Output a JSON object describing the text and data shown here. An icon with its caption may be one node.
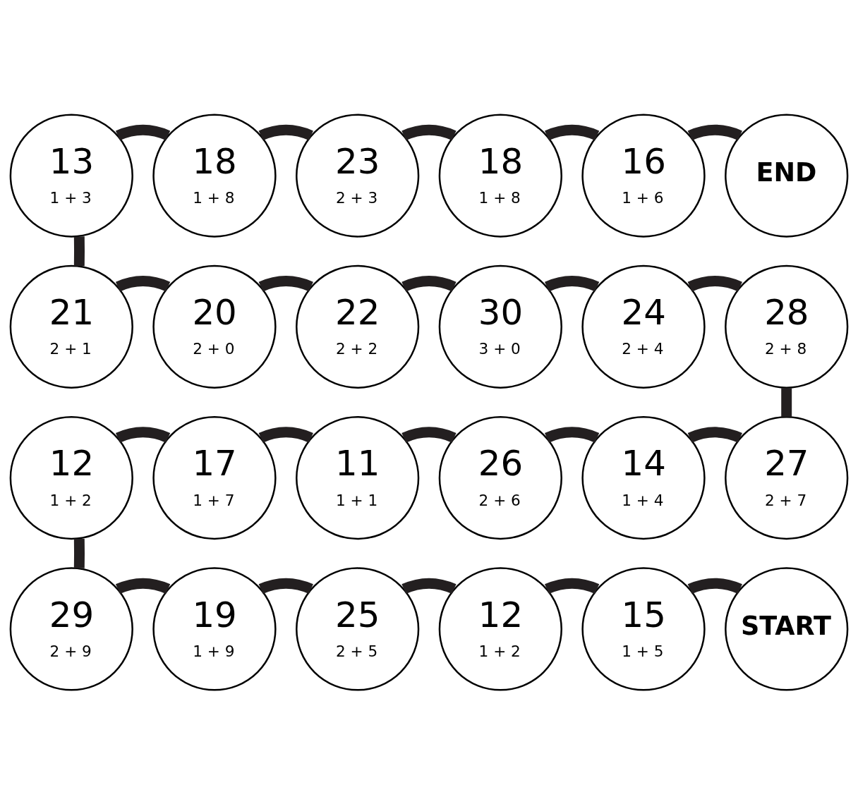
{
  "diagram": {
    "nodes": [
      {
        "text": [
          "13",
          "1 + 3"
        ]
      },
      {
        "text": [
          "18",
          "1 + 8"
        ]
      },
      {
        "text": [
          "23",
          "2 + 3"
        ]
      },
      {
        "text": [
          "18",
          "1 + 8"
        ]
      },
      {
        "text": [
          "16",
          "1 + 6"
        ]
      },
      {
        "text": [
          "END"
        ]
      },
      {
        "text": [
          "21",
          "2 + 1"
        ]
      },
      {
        "text": [
          "20",
          "2 + 0"
        ]
      },
      {
        "text": [
          "22",
          "2 + 2"
        ]
      },
      {
        "text": [
          "30",
          "3 + 0"
        ]
      },
      {
        "text": [
          "24",
          "2 + 4"
        ]
      },
      {
        "text": [
          "28",
          "2 + 8"
        ]
      },
      {
        "text": [
          "12",
          "1 + 2"
        ]
      },
      {
        "text": [
          "17",
          "1 + 7"
        ]
      },
      {
        "text": [
          "11",
          "1 + 1"
        ]
      },
      {
        "text": [
          "26",
          "2 + 6"
        ]
      },
      {
        "text": [
          "14",
          "1 + 4"
        ]
      },
      {
        "text": [
          "27",
          "2 + 7"
        ]
      },
      {
        "text": [
          "29",
          "2 + 9"
        ]
      },
      {
        "text": [
          "19",
          "1 + 9"
        ]
      },
      {
        "text": [
          "25",
          "2 + 5"
        ]
      },
      {
        "text": [
          "12",
          "1 + 2"
        ]
      },
      {
        "text": [
          "15",
          "1 + 5"
        ]
      },
      {
        "text": [
          "START"
        ]
      }
    ],
    "edges": [
      {
        "from": 23,
        "to": 22,
        "arrow": "none"
      },
      {
        "from": 22,
        "to": 21,
        "arrow": "none"
      },
      {
        "from": 21,
        "to": 20,
        "arrow": "none"
      },
      {
        "from": 20,
        "to": 19,
        "arrow": "none"
      },
      {
        "from": 19,
        "to": 18,
        "arrow": "none"
      },
      {
        "from": 18,
        "to": 12,
        "arrow": "none"
      },
      {
        "from": 12,
        "to": 13,
        "arrow": "none"
      },
      {
        "from": 13,
        "to": 14,
        "arrow": "none"
      },
      {
        "from": 14,
        "to": 15,
        "arrow": "none"
      },
      {
        "from": 15,
        "to": 16,
        "arrow": "none"
      },
      {
        "from": 16,
        "to": 17,
        "arrow": "none"
      },
      {
        "from": 17,
        "to": 11,
        "arrow": "none"
      },
      {
        "from": 11,
        "to": 10,
        "arrow": "none"
      },
      {
        "from": 10,
        "to": 9,
        "arrow": "none"
      },
      {
        "from": 9,
        "to": 8,
        "arrow": "none"
      },
      {
        "from": 8,
        "to": 7,
        "arrow": "none"
      },
      {
        "from": 7,
        "to": 6,
        "arrow": "none"
      },
      {
        "from": 6,
        "to": 0,
        "arrow": "none"
      },
      {
        "from": 0,
        "to": 1,
        "arrow": "none"
      },
      {
        "from": 1,
        "to": 2,
        "arrow": "none"
      },
      {
        "from": 2,
        "to": 3,
        "arrow": "none"
      },
      {
        "from": 3,
        "to": 4,
        "arrow": "none"
      },
      {
        "from": 4,
        "to": 5,
        "arrow": "none"
      }
    ]
  }
}
